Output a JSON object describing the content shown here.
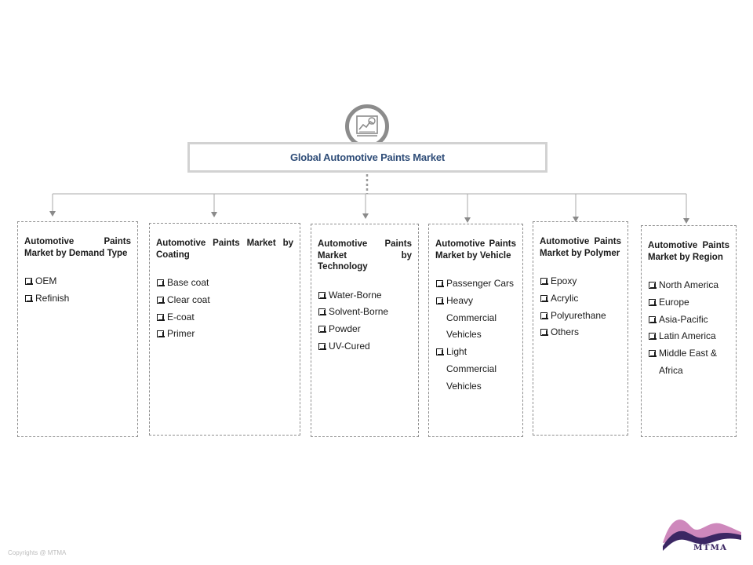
{
  "title": "Global Automotive Paints Market",
  "icon": "chart-report-icon",
  "colors": {
    "title_text": "#2f4d78",
    "connector": "#9a9a9a",
    "box_border": "#8f8f8f",
    "icon_ring": "#8c8c8c"
  },
  "segments": [
    {
      "title": "Automotive Paints Market by Demand Type",
      "items": [
        "OEM",
        "Refinish"
      ]
    },
    {
      "title": "Automotive Paints Market by Coating",
      "items": [
        "Base coat",
        "Clear coat",
        "E-coat",
        "Primer"
      ]
    },
    {
      "title": "Automotive Paints Market by Technology",
      "items": [
        "Water-Borne",
        "Solvent-Borne",
        "Powder",
        "UV-Cured"
      ]
    },
    {
      "title": "Automotive Paints Market by Vehicle",
      "items": [
        "Passenger Cars",
        "Heavy Commercial Vehicles",
        "Light Commercial Vehicles"
      ]
    },
    {
      "title": "Automotive Paints Market by Polymer",
      "items": [
        "Epoxy",
        "Acrylic",
        "Polyurethane",
        "Others"
      ]
    },
    {
      "title": "Automotive Paints Market by Region",
      "items": [
        "North America",
        "Europe",
        "Asia-Pacific",
        "Latin America",
        "Middle East & Africa"
      ]
    }
  ],
  "footer": {
    "copyright": "Copyrights @ MTMA",
    "logo_text": "MTMA"
  }
}
